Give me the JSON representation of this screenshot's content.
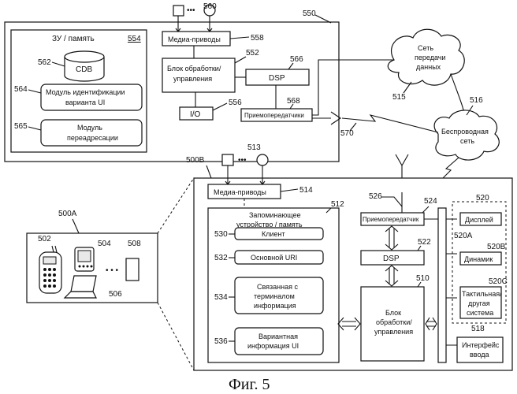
{
  "caption": "Фиг. 5",
  "server": {
    "ref": "550",
    "memory": {
      "title": "ЗУ / память",
      "ref": "554"
    },
    "cdb": {
      "label": "CDB",
      "ref": "562"
    },
    "ui_module": {
      "line1": "Модуль идентификации",
      "line2": "варианта UI",
      "ref": "564"
    },
    "redirect_module": {
      "line1": "Модуль",
      "line2": "переадресации",
      "ref": "565"
    },
    "media": {
      "label": "Медиа-приводы",
      "ref": "558"
    },
    "media_devices_ref": "560",
    "cpu": {
      "line1": "Блок обработки/",
      "line2": "управления",
      "ref": "552"
    },
    "dsp": {
      "label": "DSP",
      "ref": "566"
    },
    "io": {
      "label": "I/O",
      "ref": "556"
    },
    "transceivers": {
      "label": "Приемопередатчики",
      "ref": "568"
    }
  },
  "network": {
    "line1": "Сеть",
    "line2": "передачи",
    "line3": "данных",
    "ref": "515"
  },
  "wireless": {
    "line1": "Беспроводная",
    "line2": "сеть",
    "ref": "516"
  },
  "link_ref": "570",
  "terminal": {
    "ref": "500B",
    "media": {
      "label": "Медиа-приводы",
      "ref": "514"
    },
    "media_devices_ref": "513",
    "memory": {
      "line1": "Запоминающее",
      "line2": "устройство / память",
      "ref": "512"
    },
    "client": {
      "label": "Клиент",
      "ref": "530"
    },
    "base_uri": {
      "label": "Основной URI",
      "ref": "532"
    },
    "terminal_info": {
      "line1": "Связанная с",
      "line2": "терминалом",
      "line3": "информация",
      "ref": "534"
    },
    "variant_info": {
      "line1": "Вариантная",
      "line2": "информация UI",
      "ref": "536"
    },
    "antenna_ref": "526",
    "transceiver": {
      "label": "Приемопередатчик",
      "ref": "524"
    },
    "dsp": {
      "label": "DSP",
      "ref": "522"
    },
    "cpu": {
      "line1": "Блок",
      "line2": "обработки/",
      "line3": "управления",
      "ref": "510"
    },
    "output_group_ref": "520",
    "display": {
      "label": "Дисплей",
      "ref": "520A"
    },
    "speaker": {
      "label": "Динамик",
      "ref": "520B"
    },
    "tactile": {
      "line1": "Тактильная/",
      "line2": "другая",
      "line3": "система",
      "ref": "520C"
    },
    "input": {
      "line1": "Интерфейс",
      "line2": "ввода",
      "ref": "518"
    }
  },
  "devices": {
    "ref": "500A",
    "phone_ref": "502",
    "pda_ref": "504",
    "laptop_ref": "506",
    "box_ref": "508"
  }
}
